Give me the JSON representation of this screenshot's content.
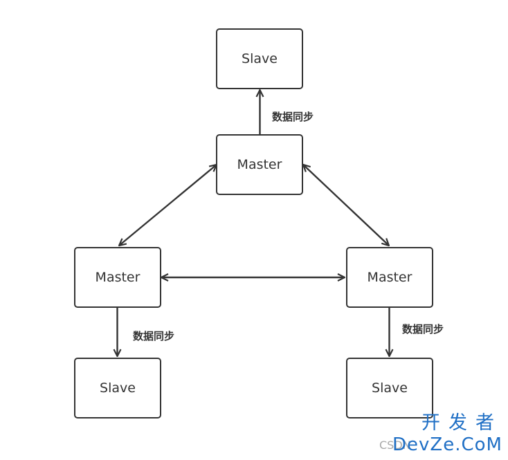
{
  "nodes": {
    "top_slave": "Slave",
    "top_master": "Master",
    "left_master": "Master",
    "right_master": "Master",
    "left_slave": "Slave",
    "right_slave": "Slave"
  },
  "edge_labels": {
    "top_sync": "数据同步",
    "left_sync": "数据同步",
    "right_sync": "数据同步"
  },
  "watermark": {
    "line1": "开发者",
    "line2": "DevZe.CoM",
    "csdn": "CSDN"
  },
  "colors": {
    "stroke": "#333333",
    "watermark": "#1f6fc5"
  }
}
